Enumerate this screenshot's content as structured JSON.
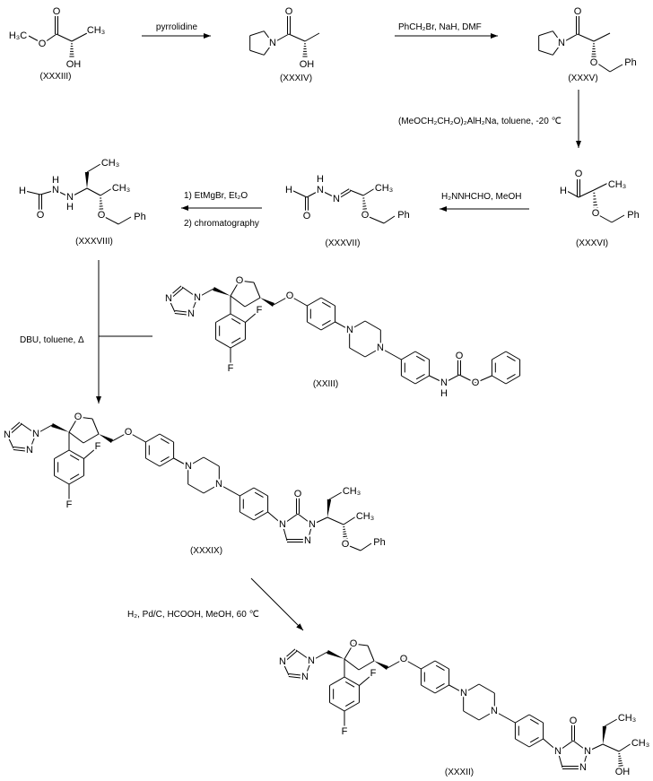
{
  "compounds": {
    "XXXIII": "(XXXIII)",
    "XXXIV": "(XXXIV)",
    "XXXV": "(XXXV)",
    "XXXVI": "(XXXVI)",
    "XXXVII": "(XXXVII)",
    "XXXVIII": "(XXXVIII)",
    "XXIII": "(XXIII)",
    "XXXIX": "(XXXIX)",
    "XXXII": "(XXXII)"
  },
  "reagents": {
    "step1": "pyrrolidine",
    "step2": "PhCH₂Br, NaH, DMF",
    "step3": "(MeOCH₂CH₂O)₂AlH₂Na, toluene, -20 ℃",
    "step4": "H₂NNHCHO, MeOH",
    "step5a": "1) EtMgBr, Et₂O",
    "step5b": "2) chromatography",
    "step6": "DBU, toluene, Δ",
    "step7": "H₂, Pd/C, HCOOH, MeOH, 60 ℃"
  },
  "atoms": {
    "O": "O",
    "N": "N",
    "H": "H",
    "F": "F",
    "OH": "OH",
    "CH3": "CH₃",
    "H3C": "H₃C",
    "Ph": "Ph"
  }
}
